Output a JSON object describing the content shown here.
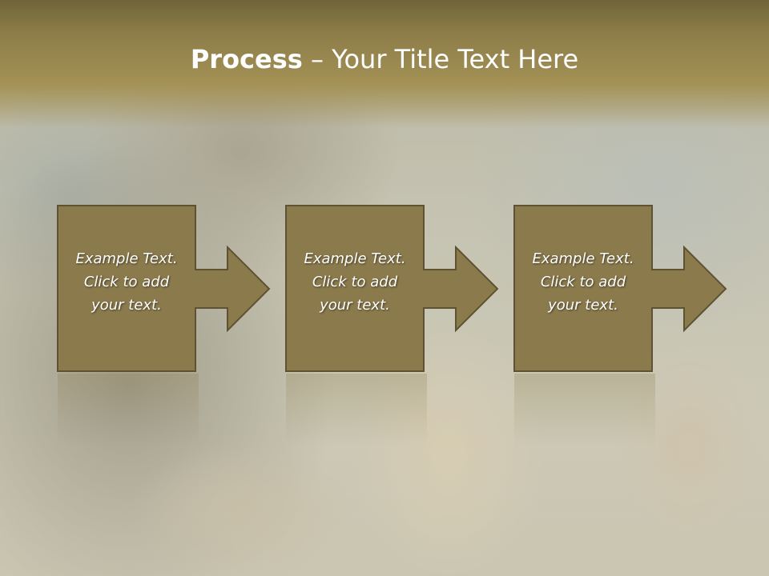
{
  "slide": {
    "title_bold": "Process",
    "title_rest": " – Your Title Text Here"
  },
  "steps": [
    {
      "line1": "Example Text.",
      "line2": "Click  to add",
      "line3": "your text."
    },
    {
      "line1": "Example Text.",
      "line2": "Click  to add",
      "line3": "your text."
    },
    {
      "line1": "Example Text.",
      "line2": "Click  to add",
      "line3": "your text."
    }
  ],
  "colors": {
    "box_fill": "#8b7a4c",
    "box_border": "#5e5232",
    "title_color": "#ffffff",
    "header_band": "#a39155"
  }
}
